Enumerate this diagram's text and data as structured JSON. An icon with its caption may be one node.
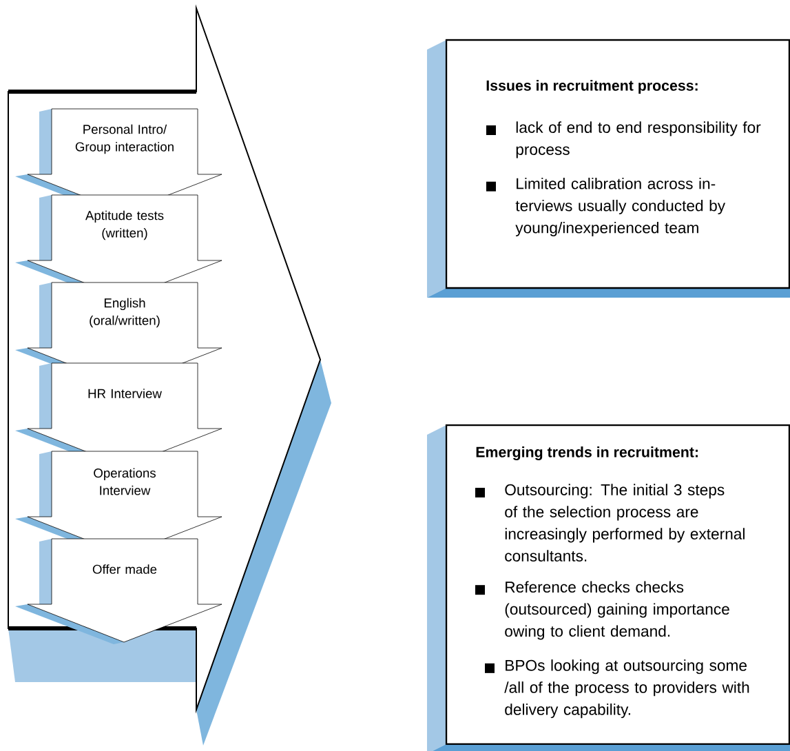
{
  "diagram": {
    "nodes": [
      {
        "text": [],
        "shape": "arrow"
      },
      {
        "text": [
          "Personal Intro/ Group interaction"
        ],
        "in": 0
      },
      {
        "text": [
          "Aptitude tests (written)"
        ],
        "in": 0
      },
      {
        "text": [
          "English (oral/written)"
        ],
        "in": 0
      },
      {
        "text": [
          "HR Interview"
        ],
        "in": 0
      },
      {
        "text": [
          "Operations Interview"
        ],
        "in": 0
      },
      {
        "text": [
          "Offer made"
        ],
        "in": 0
      },
      {
        "text": [
          "Issues in recruitment process:",
          "lack of end to end responsibility for process",
          "Limited calibration across in-terviews usually conducted by young/inexperienced team"
        ]
      },
      {
        "text": [
          "Emerging trends in recruitment:",
          "Outsourcing: The initial 3 steps of the selection process are increasingly performed by external consultants.",
          "Reference checks checks (outsourced) gaining importance owing to client demand.",
          "BPOs looking at outsourcing some /all of the process to providers with delivery capability."
        ]
      }
    ]
  }
}
